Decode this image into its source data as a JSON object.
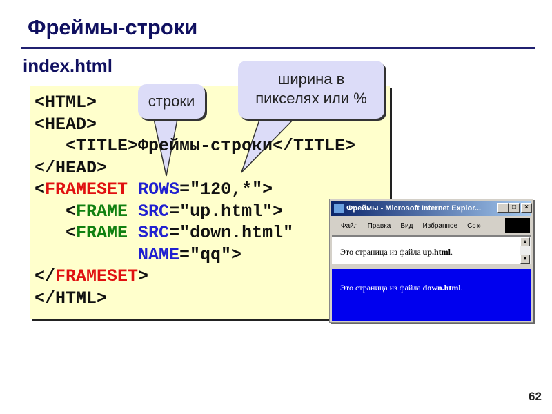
{
  "title": "Фреймы-строки",
  "filename": "index.html",
  "code_lines": [
    [
      {
        "t": "<HTML>",
        "c": "black"
      }
    ],
    [
      {
        "t": "<HEAD>",
        "c": "black"
      }
    ],
    [
      {
        "t": "   <TITLE>Фреймы-строки</TITLE>",
        "c": "black"
      }
    ],
    [
      {
        "t": "</HEAD>",
        "c": "black"
      }
    ],
    [
      {
        "t": "<",
        "c": "black"
      },
      {
        "t": "FRAMESET",
        "c": "red"
      },
      {
        "t": " ",
        "c": "black"
      },
      {
        "t": "ROWS",
        "c": "blue"
      },
      {
        "t": "=\"120,*\">",
        "c": "black"
      }
    ],
    [
      {
        "t": "   <",
        "c": "black"
      },
      {
        "t": "FRAME",
        "c": "green"
      },
      {
        "t": " ",
        "c": "black"
      },
      {
        "t": "SRC",
        "c": "blue"
      },
      {
        "t": "=\"up.html\">",
        "c": "black"
      }
    ],
    [
      {
        "t": "   <",
        "c": "black"
      },
      {
        "t": "FRAME",
        "c": "green"
      },
      {
        "t": " ",
        "c": "black"
      },
      {
        "t": "SRC",
        "c": "blue"
      },
      {
        "t": "=\"down.html\"",
        "c": "black"
      }
    ],
    [
      {
        "t": "          ",
        "c": "black"
      },
      {
        "t": "NAME",
        "c": "blue"
      },
      {
        "t": "=\"qq\">",
        "c": "black"
      }
    ],
    [
      {
        "t": "</",
        "c": "black"
      },
      {
        "t": "FRAMESET",
        "c": "red"
      },
      {
        "t": ">",
        "c": "black"
      }
    ],
    [
      {
        "t": "</HTML>",
        "c": "black"
      }
    ]
  ],
  "callouts": {
    "rows": "строки",
    "width_line1": "ширина в",
    "width_line2": "пикселях или %"
  },
  "browser": {
    "title": "Фреймы - Microsoft Internet Explor...",
    "menu": [
      "Файл",
      "Правка",
      "Вид",
      "Избранное",
      "Сє",
      "»"
    ],
    "up_text": "Это страница из файла ",
    "up_file": "up.html",
    "up_end": ".",
    "down_text": "Это страница из файла ",
    "down_file": "down.html",
    "down_end": ".",
    "down_bg": "#0000ee"
  },
  "page_number": "62"
}
